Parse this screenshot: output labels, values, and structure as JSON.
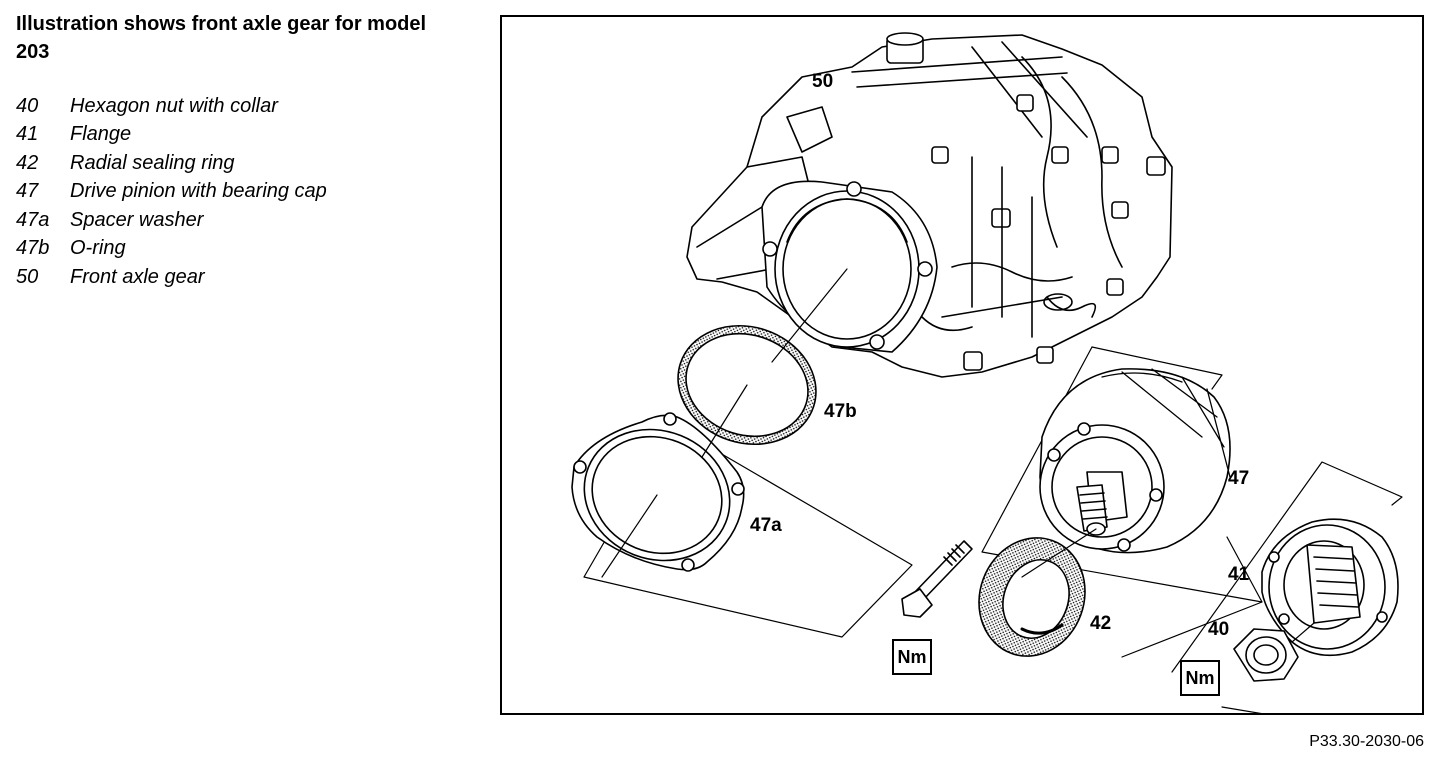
{
  "title": "Illustration shows front axle gear for model 203",
  "legend": [
    {
      "num": "40",
      "label": "Hexagon nut with collar"
    },
    {
      "num": "41",
      "label": "Flange"
    },
    {
      "num": "42",
      "label": "Radial sealing ring"
    },
    {
      "num": "47",
      "label": "Drive pinion with bearing cap"
    },
    {
      "num": "47a",
      "label": "Spacer washer"
    },
    {
      "num": "47b",
      "label": "O-ring"
    },
    {
      "num": "50",
      "label": "Front axle gear"
    }
  ],
  "callouts": {
    "c50": "50",
    "c47b": "47b",
    "c47a": "47a",
    "c47": "47",
    "c42": "42",
    "c41": "41",
    "c40": "40"
  },
  "torque_symbol": "Nm",
  "reference": "P33.30-2030-06"
}
